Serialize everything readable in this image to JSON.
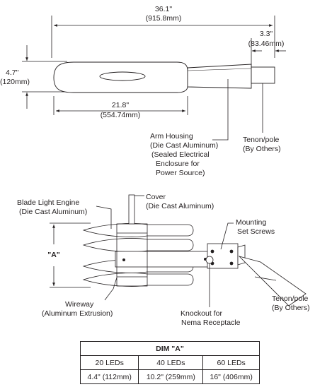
{
  "top_view": {
    "overall_length": {
      "imperial": "36.1\"",
      "metric": "(915.8mm)"
    },
    "tenon_offset": {
      "imperial": "3.3\"",
      "metric": "(83.46mm)"
    },
    "height": {
      "imperial": "4.7\"",
      "metric": "(120mm)"
    },
    "housing_length": {
      "imperial": "21.8\"",
      "metric": "(554.74mm)"
    },
    "arm_housing": [
      "Arm Housing",
      "(Die Cast Aluminum)",
      "(Sealed Electrical",
      "Enclosure for",
      "Power Source)"
    ],
    "tenon_pole": [
      "Tenon/pole",
      "(By Others)"
    ]
  },
  "bottom_view": {
    "blade_light_engine": [
      "Blade Light Engine",
      "(Die Cast Aluminum)"
    ],
    "cover": [
      "Cover",
      "(Die Cast Aluminum)"
    ],
    "mounting": [
      "Mounting",
      "Set Screws"
    ],
    "dim_a": "\"A\"",
    "tenon_pole": [
      "Tenon/pole",
      "(By Others)"
    ],
    "wireway": [
      "Wireway",
      "(Aluminum Extrusion)"
    ],
    "knockout": [
      "Knockout for",
      "Nema Receptacle"
    ]
  },
  "dim_table": {
    "title": "DIM \"A\"",
    "headers": [
      "20 LEDs",
      "40 LEDs",
      "60 LEDs"
    ],
    "values": [
      "4.4\" (112mm)",
      "10.2\" (259mm)",
      "16\" (406mm)"
    ]
  }
}
